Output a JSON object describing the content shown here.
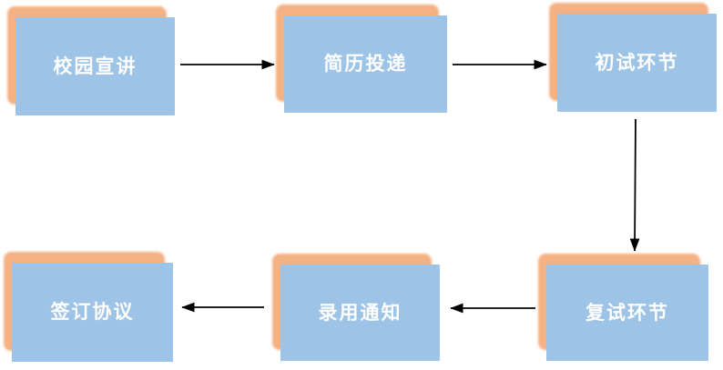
{
  "flowchart": {
    "type": "process-flow",
    "nodes": [
      {
        "id": "campus-presentation",
        "label": "校园宣讲"
      },
      {
        "id": "resume-submission",
        "label": "简历投递"
      },
      {
        "id": "first-interview",
        "label": "初试环节"
      },
      {
        "id": "second-interview",
        "label": "复试环节"
      },
      {
        "id": "offer-notice",
        "label": "录用通知"
      },
      {
        "id": "sign-agreement",
        "label": "签订协议"
      }
    ],
    "edges": [
      {
        "from": "校园宣讲",
        "to": "简历投递",
        "direction": "right"
      },
      {
        "from": "简历投递",
        "to": "初试环节",
        "direction": "right"
      },
      {
        "from": "初试环节",
        "to": "复试环节",
        "direction": "down"
      },
      {
        "from": "复试环节",
        "to": "录用通知",
        "direction": "left"
      },
      {
        "from": "录用通知",
        "to": "签订协议",
        "direction": "left"
      }
    ],
    "colors": {
      "node_fill": "#9DC3E6",
      "node_shadow": "#F4B183",
      "label_text": "#FFFFFF",
      "arrow": "#000000",
      "background": "#FFFFFF"
    }
  }
}
